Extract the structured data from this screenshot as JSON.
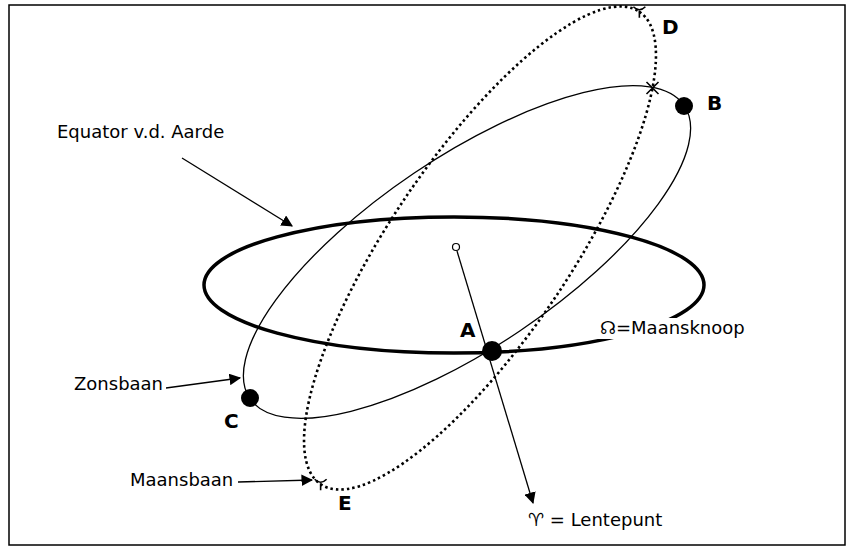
{
  "diagram": {
    "labels": [
      "D",
      "B",
      "Equator v.d. Aarde",
      "A",
      "☊=Maansknoop",
      "Zonsbaan",
      "C",
      "Maansbaan",
      "E",
      "♈ = Lentepunt"
    ]
  }
}
